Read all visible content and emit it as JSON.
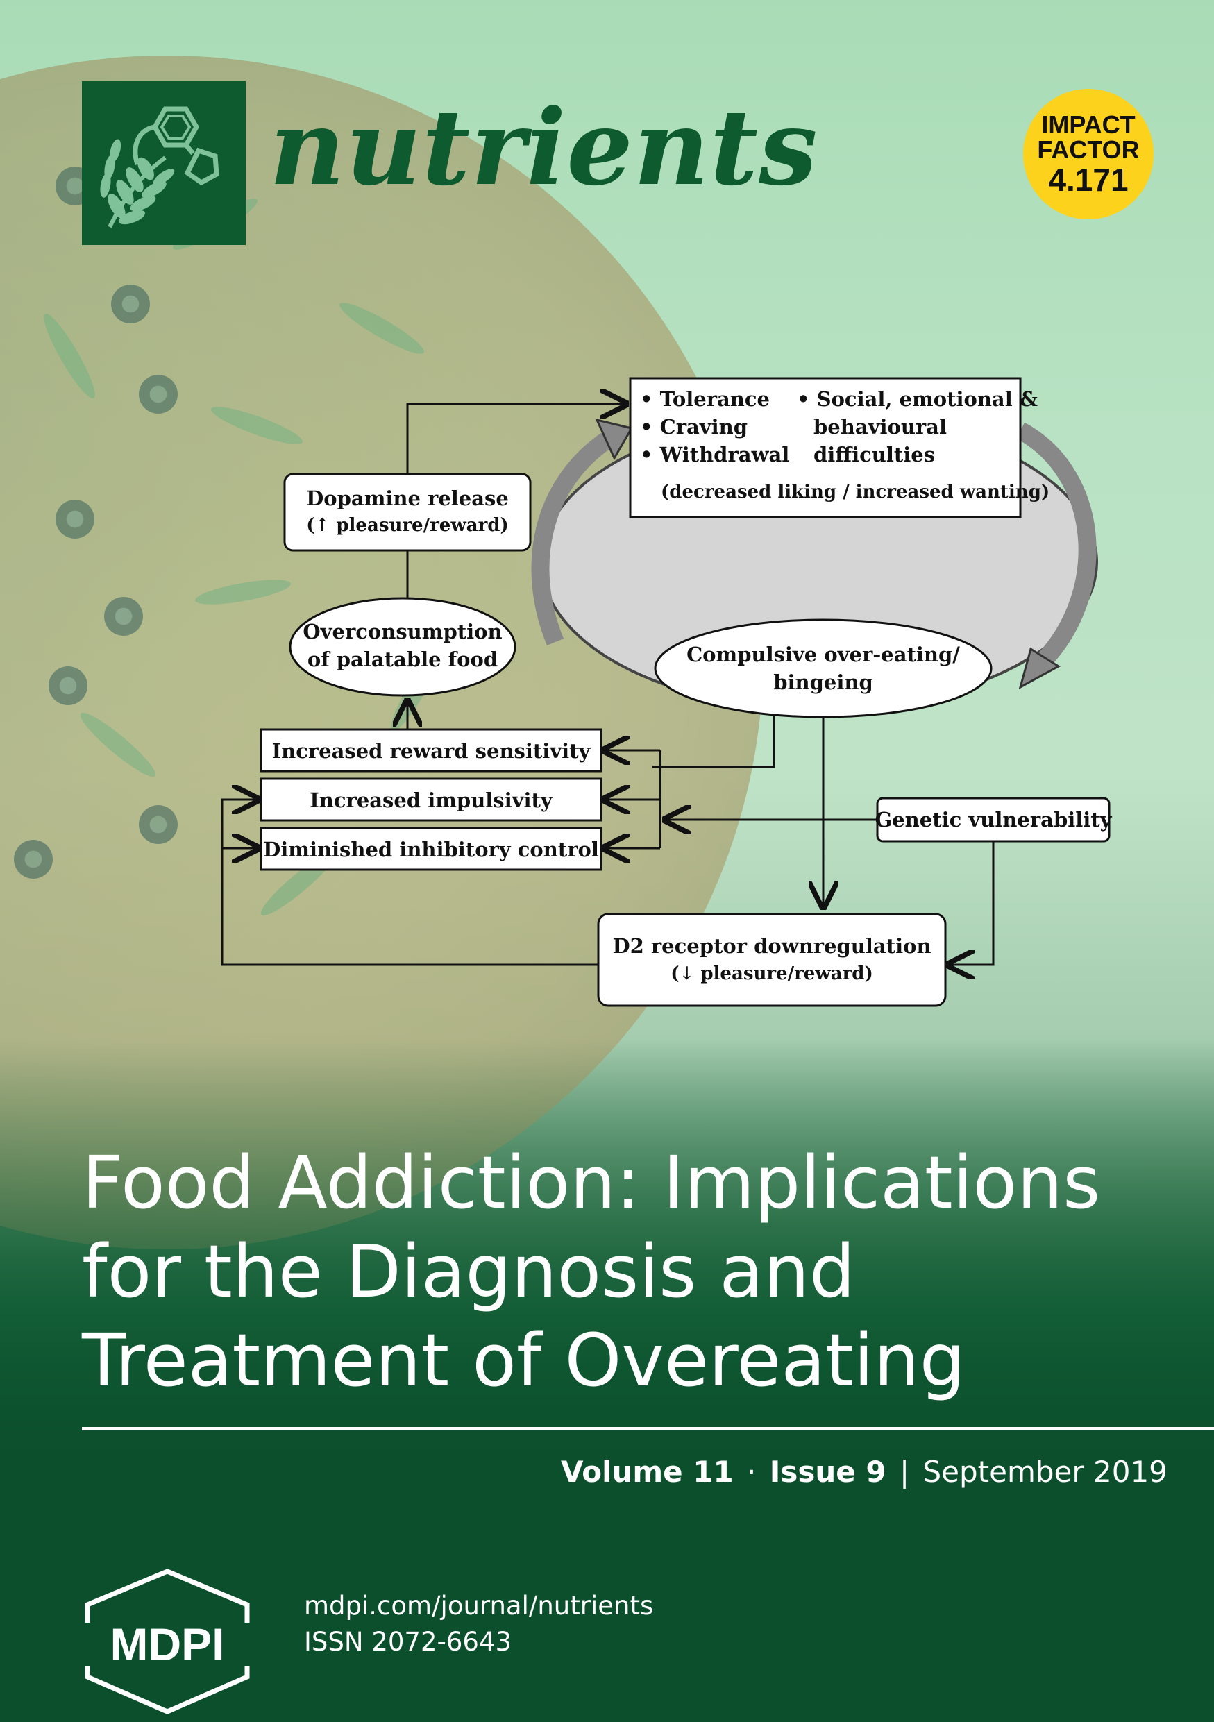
{
  "journal": {
    "name": "nutrients",
    "impact_factor": {
      "line1": "IMPACT",
      "line2": "FACTOR",
      "value": "4.171"
    }
  },
  "diagram": {
    "box_top_left": [
      "• Tolerance",
      "• Craving",
      "• Withdrawal"
    ],
    "box_top_right": [
      "• Social, emotional &",
      "behavioural",
      "difficulties"
    ],
    "box_top_note": "(decreased liking / increased wanting)",
    "dopamine": [
      "Dopamine release",
      "(↑ pleasure/reward)"
    ],
    "overconsumption": [
      "Overconsumption",
      "of palatable food"
    ],
    "compulsive": [
      "Compulsive over-eating/",
      "bingeing"
    ],
    "reward_sensitivity": "Increased reward sensitivity",
    "impulsivity": "Increased impulsivity",
    "inhibitory": "Diminished inhibitory control",
    "genetic": "Genetic vulnerability",
    "d2": [
      "D2 receptor downregulation",
      "(↓ pleasure/reward)"
    ]
  },
  "title": {
    "line1": "Food Addiction: Implications",
    "line2": "for the Diagnosis and",
    "line3": "Treatment of Overeating"
  },
  "issue": {
    "volume": "Volume 11",
    "dot": "·",
    "issue": "Issue 9",
    "bar": "|",
    "date": "September 2019"
  },
  "footer": {
    "publisher": "MDPI",
    "url": "mdpi.com/journal/nutrients",
    "issn": "ISSN 2072-6643"
  },
  "colors": {
    "brand_green": "#0e5b2f",
    "impact_yellow": "#fcd21c"
  }
}
